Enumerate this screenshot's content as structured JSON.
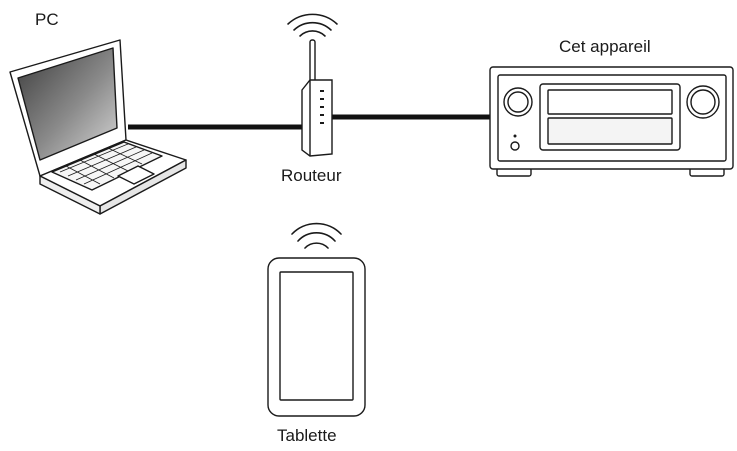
{
  "labels": {
    "pc": "PC",
    "device": "Cet appareil",
    "router": "Routeur",
    "tablet": "Tablette"
  },
  "icons": {
    "pc": "laptop-icon",
    "device": "av-receiver-icon",
    "router": "wireless-router-icon",
    "tablet": "tablet-icon"
  },
  "colors": {
    "stroke": "#1a1a1a",
    "cable": "#111111",
    "screen_dark": "#5a5a5a",
    "background": "#ffffff"
  }
}
